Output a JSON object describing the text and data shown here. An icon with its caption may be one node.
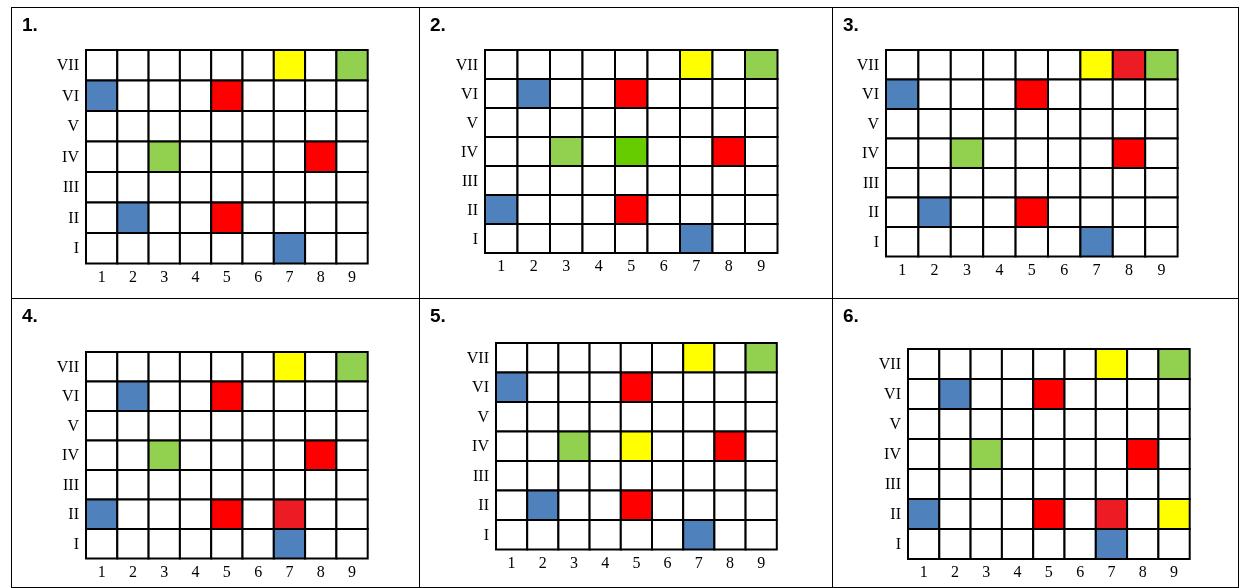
{
  "diagram": {
    "nodes": [
      {
        "text": [
          "1."
        ]
      },
      {
        "text": [
          "2."
        ]
      },
      {
        "text": [
          "3."
        ]
      },
      {
        "text": [
          "4."
        ]
      },
      {
        "text": [
          "5."
        ]
      },
      {
        "text": [
          "6."
        ]
      }
    ],
    "labels": [
      "VII",
      "VI",
      "V",
      "IV",
      "III",
      "II",
      "I",
      "1",
      "2",
      "3",
      "4",
      "5",
      "6",
      "7",
      "8",
      "9",
      "VII",
      "VI",
      "V",
      "IV",
      "III",
      "II",
      "I",
      "1",
      "2",
      "3",
      "4",
      "5",
      "6",
      "7",
      "8",
      "9",
      "VII",
      "VI",
      "V",
      "IV",
      "III",
      "II",
      "I",
      "1",
      "2",
      "3",
      "4",
      "5",
      "6",
      "7",
      "8",
      "9",
      "VII",
      "VI",
      "V",
      "IV",
      "III",
      "II",
      "I",
      "1",
      "2",
      "3",
      "4",
      "5",
      "6",
      "7",
      "8",
      "9",
      "VII",
      "VI",
      "V",
      "IV",
      "III",
      "II",
      "I",
      "1",
      "2",
      "3",
      "4",
      "5",
      "6",
      "7",
      "8",
      "9",
      "VII",
      "VI",
      "V",
      "IV",
      "III",
      "II",
      "I",
      "1",
      "2",
      "3",
      "4",
      "5",
      "6",
      "7",
      "8",
      "9"
    ]
  }
}
